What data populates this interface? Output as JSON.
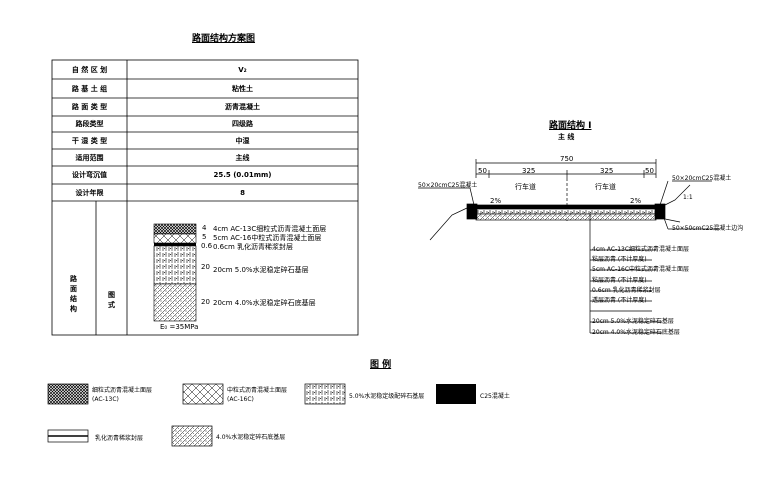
{
  "main_title": "路面结构方案图",
  "table": {
    "rows": [
      {
        "label": "自 然 区 划",
        "value": "V₂"
      },
      {
        "label": "路 基 土 组",
        "value": "粘性土"
      },
      {
        "label": "路 面 类 型",
        "value": "沥青混凝土"
      },
      {
        "label": "路段类型",
        "value": "四级路"
      },
      {
        "label": "干 湿 类 型",
        "value": "中湿"
      },
      {
        "label": "适用范围",
        "value": "主线"
      },
      {
        "label": "设计弯沉值",
        "value": "25.5 (0.01mm)"
      },
      {
        "label": "设计年限",
        "value": "8"
      }
    ],
    "structure_label": "路\n面\n结\n构",
    "diagram_label": "图\n式",
    "layers": [
      {
        "thickness": "4",
        "desc": "4cm AC-13C细粒式沥青混凝土面层"
      },
      {
        "thickness": "5",
        "desc": "5cm AC-16中粒式沥青混凝土面层"
      },
      {
        "thickness": "0.6",
        "desc": "0.6cm 乳化沥青稀浆封层"
      },
      {
        "thickness": "20",
        "desc": "20cm 5.0%水泥稳定碎石基层"
      },
      {
        "thickness": "20",
        "desc": "20cm 4.0%水泥稳定碎石底基层"
      }
    ],
    "modulus": "E₀ =35MPa"
  },
  "section": {
    "title": "路面结构 I",
    "subtitle": "主 线",
    "total_width": "750",
    "left_margin": "50",
    "right_margin": "50",
    "lane_left": "325",
    "lane_right": "325",
    "lane_label_left": "行车道",
    "lane_label_right": "行车道",
    "slope_left": "2%",
    "slope_right": "2%",
    "curb_left": "50×20cmC25混凝土",
    "curb_right": "50×20cmC25混凝土",
    "ditch": "50×50cmC25混凝土边沟",
    "side_slope": "1:1",
    "layer_notes": [
      "4cm AC-13C细粒式沥青混凝土面层",
      "粘层沥青 (不计厚度)",
      "5cm AC-16C中粒式沥青混凝土面层",
      "粘层沥青 (不计厚度)",
      "0.6cm 乳化沥青稀浆封层",
      "透层沥青 (不计厚度)",
      "20cm 5.0%水泥稳定碎石基层",
      "20cm 4.0%水泥稳定碎石底基层"
    ]
  },
  "legend": {
    "title": "图 例",
    "items": [
      {
        "icon": "fine-asphalt-hatch",
        "label": "细粒式沥青混凝土面层\n(AC-13C)"
      },
      {
        "icon": "medium-asphalt-hatch",
        "label": "中粒式沥青混凝土面层\n(AC-16C)"
      },
      {
        "icon": "cement-base-hatch",
        "label": "5.0%水泥稳定级配碎石基层"
      },
      {
        "icon": "concrete-fill",
        "label": "C25混凝土"
      },
      {
        "icon": "seal-layer-line",
        "label": "乳化沥青稀浆封层"
      },
      {
        "icon": "subbase-hatch",
        "label": "4.0%水泥稳定碎石底基层"
      }
    ]
  }
}
